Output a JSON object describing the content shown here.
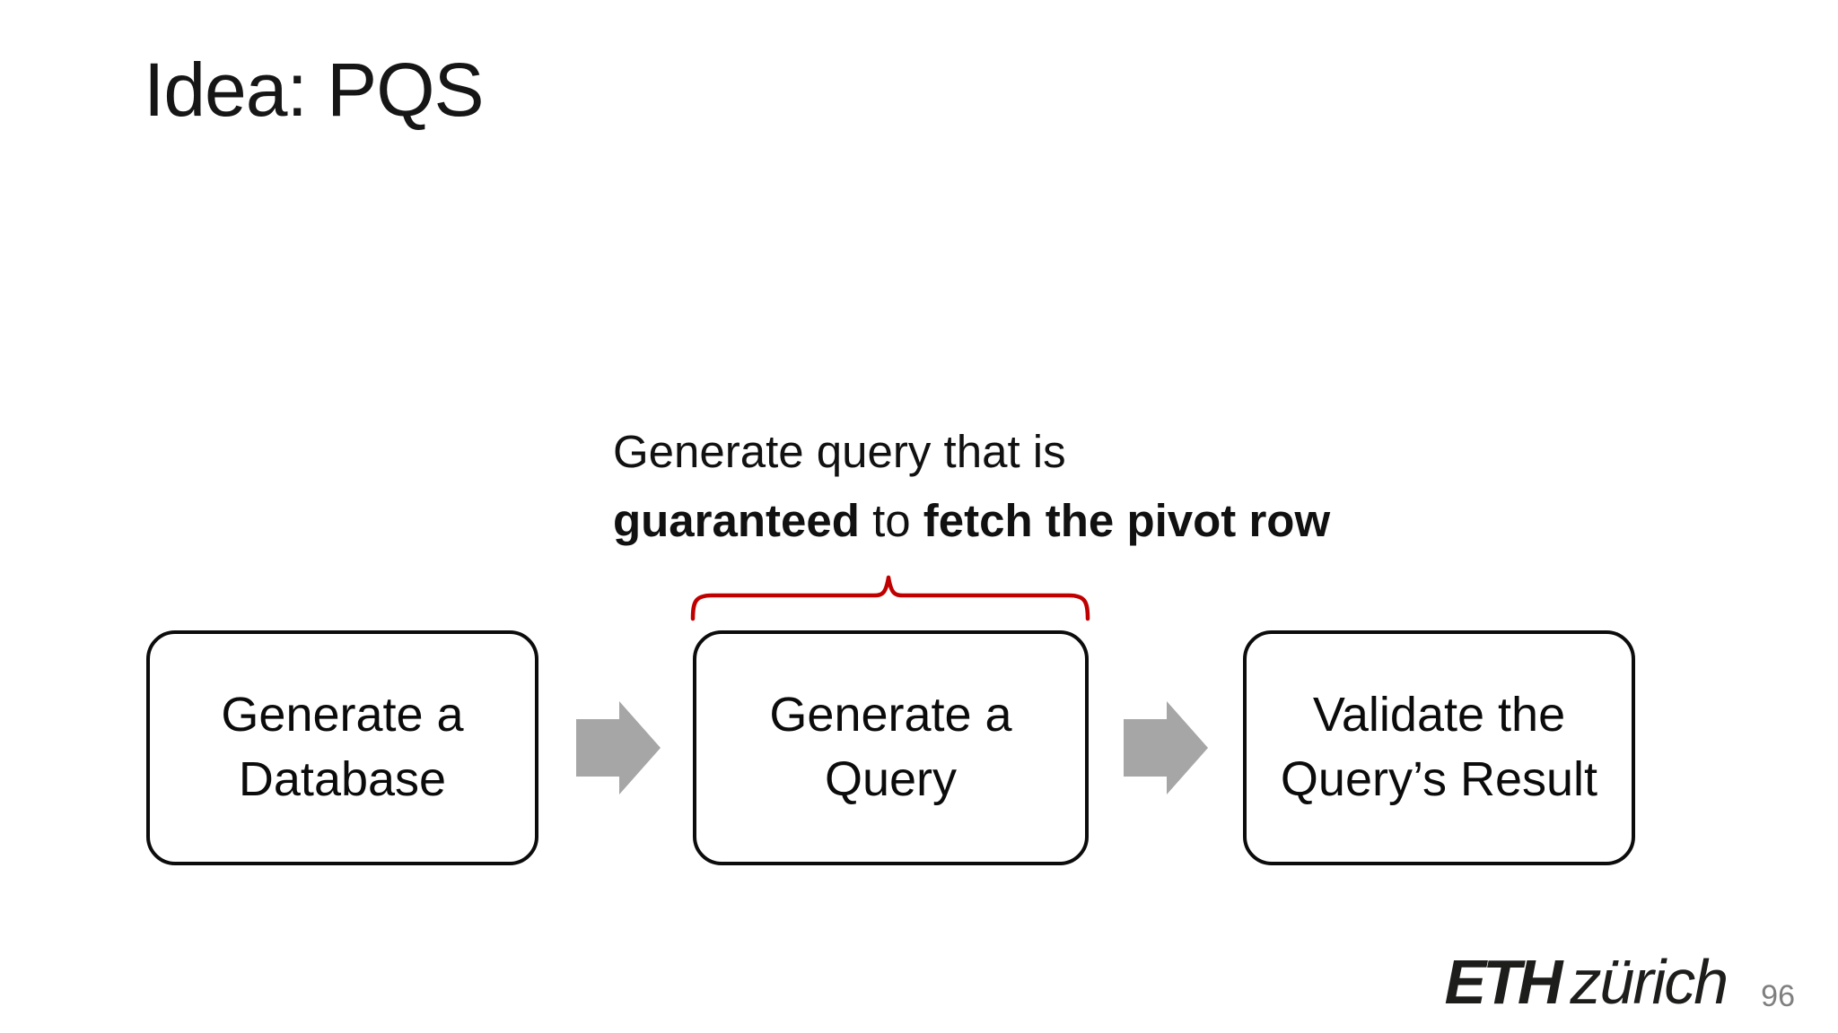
{
  "slide": {
    "title": "Idea: PQS",
    "annotation": {
      "line1": "Generate query that is",
      "line2_bold1": "guaranteed",
      "line2_mid": " to ",
      "line2_bold2": "fetch the pivot row"
    },
    "flow": {
      "steps": [
        {
          "lines": [
            "Generate a",
            "Database"
          ]
        },
        {
          "lines": [
            "Generate a",
            "Query"
          ]
        },
        {
          "lines": [
            "Validate the",
            "Query’s Result"
          ]
        }
      ]
    },
    "footer": {
      "logo_eth": "ETH",
      "logo_city": "zürich",
      "page_number": "96"
    },
    "colors": {
      "brace_red": "#C00000",
      "arrow_gray": "#A6A6A6"
    }
  }
}
